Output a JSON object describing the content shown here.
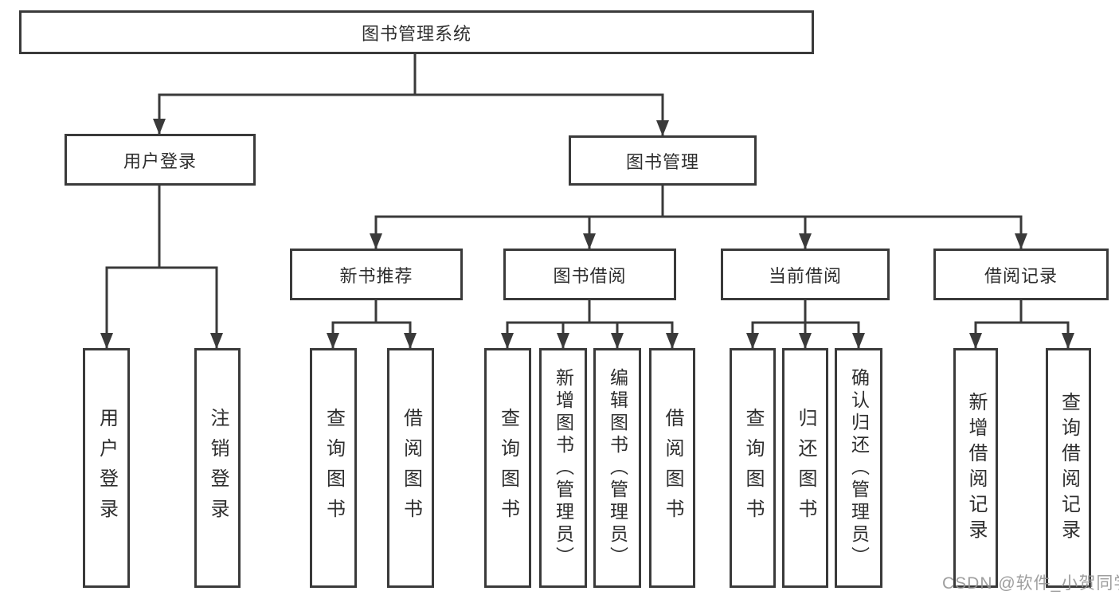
{
  "nodes": {
    "root": "图书管理系统",
    "level2": {
      "user_login": "用户登录",
      "book_mgmt": "图书管理"
    },
    "level3": {
      "new_book": "新书推荐",
      "book_borrow": "图书借阅",
      "current_borrow": "当前借阅",
      "borrow_records": "借阅记录"
    },
    "leaves": {
      "user_login_login": "用户登录",
      "user_login_logout": "注销登录",
      "new_book_query": "查询图书",
      "new_book_borrow": "借阅图书",
      "borrow_query": "查询图书",
      "borrow_add": "新增图书（管理员）",
      "borrow_edit": "编辑图书（管理员）",
      "borrow_borrow": "借阅图书",
      "current_query": "查询图书",
      "current_return": "归还图书",
      "current_confirm": "确认归还（管理员）",
      "records_add": "新增借阅记录",
      "records_query": "查询借阅记录"
    }
  },
  "watermark": "CSDN @软件_小贺同学",
  "colors": {
    "line": "#3a3a3a",
    "text": "#2e2e2e",
    "box_fill": "#ffffff",
    "watermark": "#949494",
    "background": "#ffffff"
  }
}
